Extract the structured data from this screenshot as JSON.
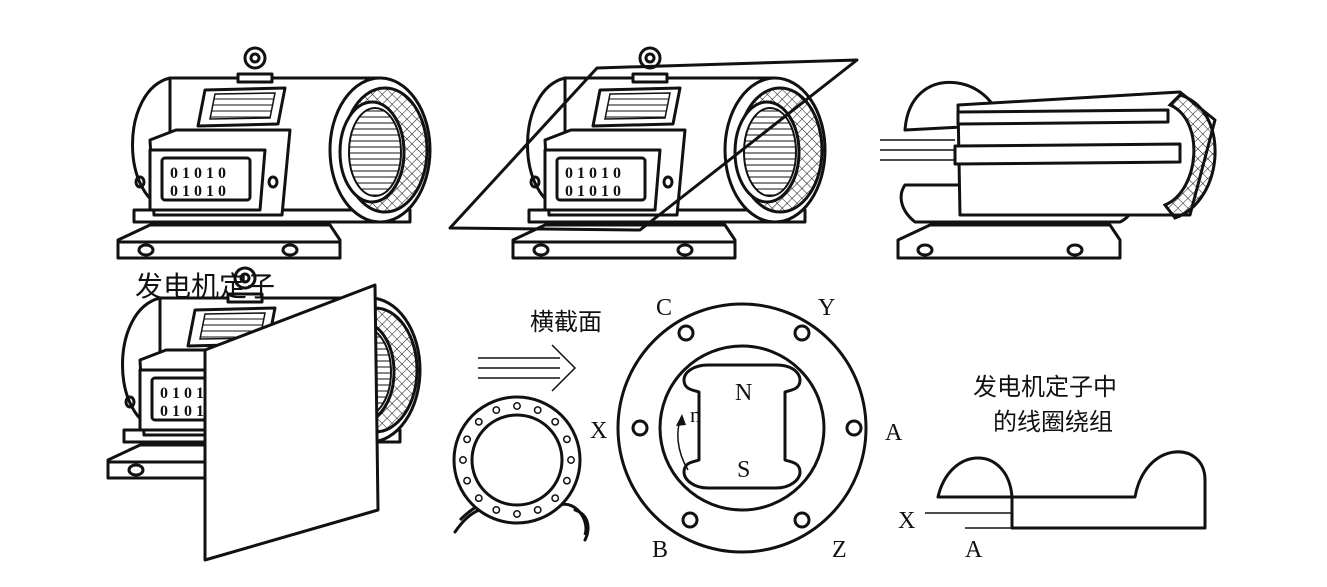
{
  "labels": {
    "stator": "发电机定子",
    "cross_section": "横截面",
    "winding_line1": "发电机定子中",
    "winding_line2": "的线圈绕组"
  },
  "terminals": {
    "c": "C",
    "y": "Y",
    "x": "X",
    "a": "A",
    "b": "B",
    "z": "Z"
  },
  "rotor": {
    "north": "N",
    "south": "S",
    "speed": "n"
  },
  "winding_ends": {
    "x": "X",
    "a": "A"
  }
}
